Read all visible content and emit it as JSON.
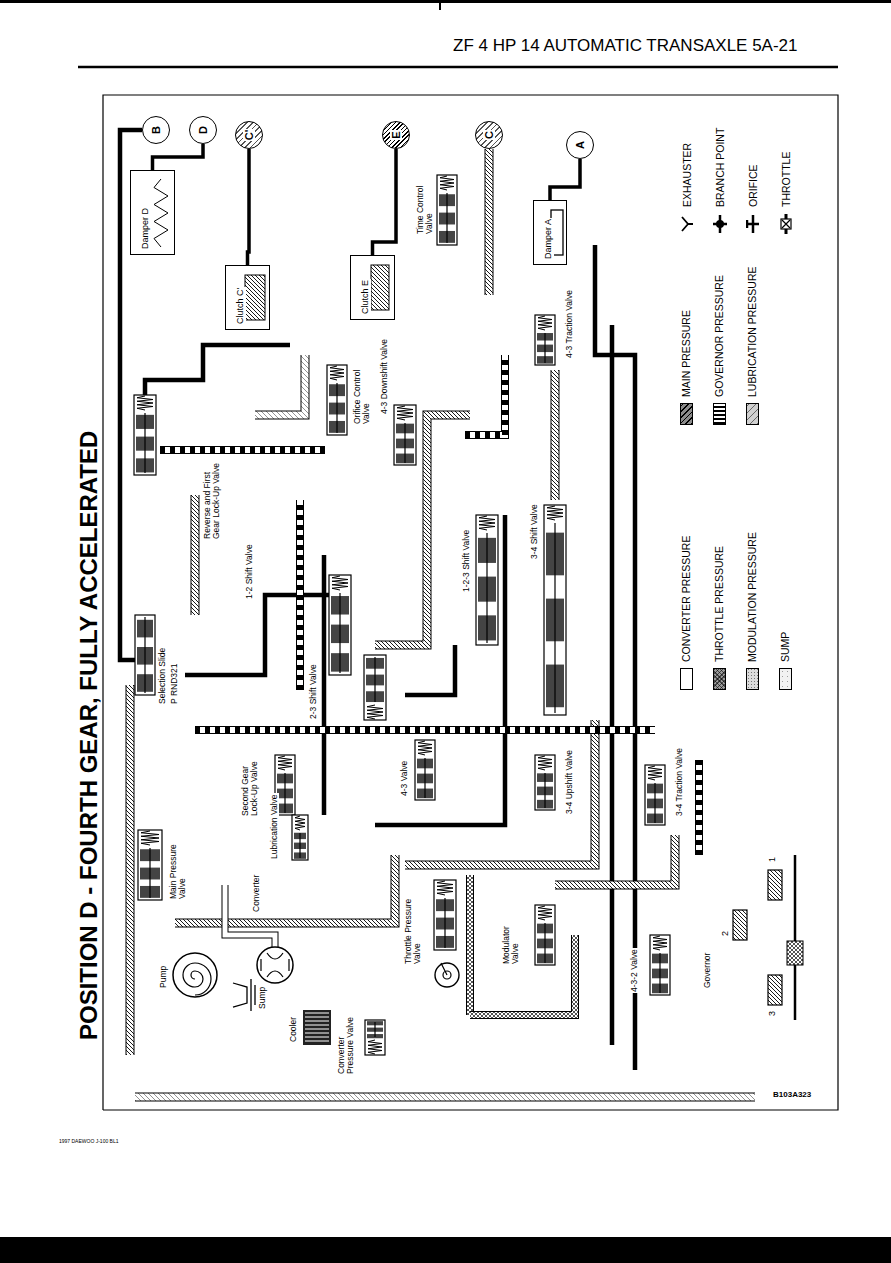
{
  "diagram": {
    "title": "POSITION D - FOURTH GEAR, FULLY ACCELERATED",
    "nodes": [
      {
        "text": [
          "B"
        ]
      },
      {
        "text": [
          "D"
        ]
      },
      {
        "text": [
          "C'"
        ]
      },
      {
        "text": [
          "E"
        ]
      },
      {
        "text": [
          "C"
        ]
      },
      {
        "text": [
          "A"
        ]
      },
      {
        "text": [
          "Damper D"
        ]
      },
      {
        "text": [
          "Clutch C'"
        ]
      },
      {
        "text": [
          "Clutch E"
        ]
      },
      {
        "text": [
          "Damper A"
        ]
      }
    ],
    "edges": [
      {
        "from": 1,
        "to": 6,
        "arrow": "none"
      },
      {
        "from": 2,
        "to": 7,
        "arrow": "none"
      },
      {
        "from": 3,
        "to": 8,
        "arrow": "none"
      },
      {
        "from": 5,
        "to": 9,
        "arrow": "none"
      }
    ],
    "labels": [
      "ZF 4 HP 14 AUTOMATIC TRANSAXLE 5A-21",
      "Reverse and First Gear Lock-Up Valve",
      "1-2 Shift Valve",
      "2-3 Shift Valve",
      "Orifice Control Valve",
      "4-3 Downshift Valve",
      "1-2-3 Shift Valve",
      "3-4 Shift Valve",
      "Time Control Valve",
      "4-3 Traction Valve",
      "Selection Slide",
      "P RND321",
      "Second Gear Lock-Up Valve",
      "4-3 Valve",
      "3-4 Upshift Valve",
      "3-4 Traction Valve",
      "Main Pressure Valve",
      "Pump",
      "Sump",
      "Converter",
      "Lubrication Valve",
      "Cooler",
      "Converter Pressure Valve",
      "Throttle Pressure Valve",
      "Modulator Valve",
      "4-3-2 Valve",
      "Governor",
      "1",
      "2",
      "3",
      "B103A323",
      "1997 DAEWOO J-100 BL1"
    ],
    "legend": [
      {
        "text": "CONVERTER PRESSURE",
        "color": "#ffffff"
      },
      {
        "text": "THROTTLE PRESSURE",
        "color": "#9a9a9a"
      },
      {
        "text": "MODULATION PRESSURE",
        "color": "#dcdcdc"
      },
      {
        "text": "SUMP",
        "color": "#f2f2f2"
      },
      {
        "text": "MAIN PRESSURE",
        "color": "#8c8c8c"
      },
      {
        "text": "GOVERNOR PRESSURE",
        "color": "#2b2b2b"
      },
      {
        "text": "LUBRICATION PRESSURE",
        "color": "#d0d0d0"
      },
      {
        "text": "EXHAUSTER"
      },
      {
        "text": "BRANCH POINT"
      },
      {
        "text": "ORIFICE"
      },
      {
        "text": "THROTTLE"
      }
    ]
  }
}
